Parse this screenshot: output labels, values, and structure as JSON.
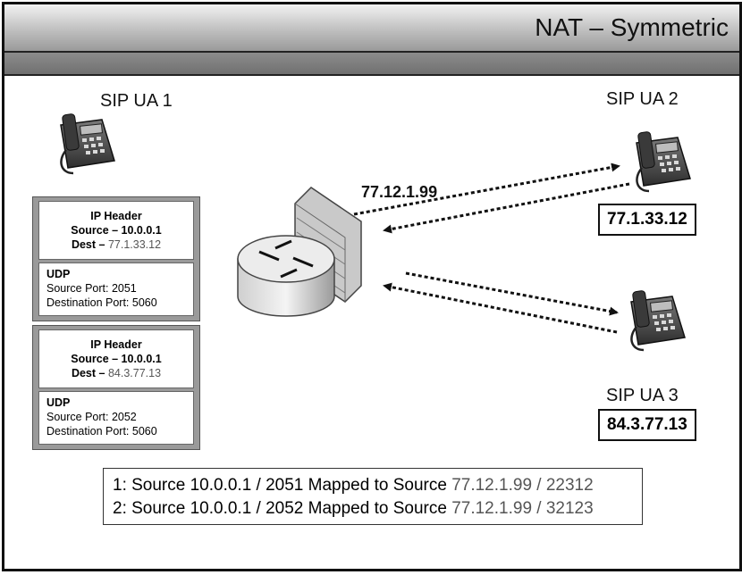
{
  "title": "NAT – Symmetric",
  "ua1": {
    "label": "SIP UA 1"
  },
  "ua2": {
    "label": "SIP UA 2",
    "ip": "77.1.33.12"
  },
  "ua3": {
    "label": "SIP UA 3",
    "ip": "84.3.77.13"
  },
  "nat": {
    "public_ip": "77.12.1.99"
  },
  "packets": [
    {
      "ip_header_title": "IP Header",
      "source": "Source – 10.0.0.1",
      "dest_prefix": "Dest – ",
      "dest_value": "77.1.33.12",
      "udp_title": "UDP",
      "source_port": "Source Port: 2051",
      "dest_port": "Destination Port: 5060"
    },
    {
      "ip_header_title": "IP Header",
      "source": "Source – 10.0.0.1",
      "dest_prefix": "Dest – ",
      "dest_value": "84.3.77.13",
      "udp_title": "UDP",
      "source_port": "Source Port: 2052",
      "dest_port": "Destination Port: 5060"
    }
  ],
  "mappings": [
    {
      "prefix": "1: Source 10.0.0.1 / 2051 Mapped to Source ",
      "value": "77.12.1.99 / 22312"
    },
    {
      "prefix": "2: Source 10.0.0.1 / 2052 Mapped to Source ",
      "value": "77.12.1.99 / 32123"
    }
  ]
}
